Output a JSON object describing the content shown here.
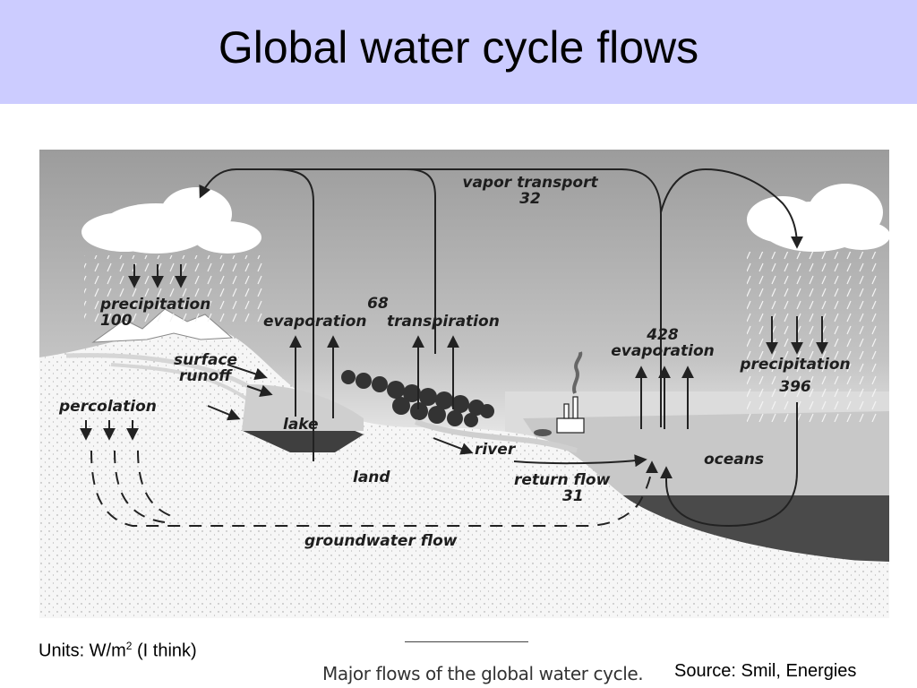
{
  "title": "Global water cycle flows",
  "diagram": {
    "labels": {
      "vapor_transport": "vapor transport",
      "vapor_transport_value": "32",
      "precipitation_land": "precipitation",
      "precipitation_land_value": "100",
      "evaporation_land": "evaporation",
      "evapotranspiration_value": "68",
      "transpiration": "transpiration",
      "evaporation_ocean_value": "428",
      "evaporation_ocean": "evaporation",
      "precipitation_ocean": "precipitation",
      "precipitation_ocean_value": "396",
      "surface_runoff_1": "surface",
      "surface_runoff_2": "runoff",
      "percolation": "percolation",
      "lake": "lake",
      "river": "river",
      "land": "land",
      "oceans": "oceans",
      "return_flow": "return flow",
      "return_flow_value": "31",
      "groundwater_flow": "groundwater flow"
    }
  },
  "footer": {
    "units_prefix": "Units: W/m",
    "units_exponent": "2",
    "units_suffix": " (I think)",
    "caption": "Major flows of the global water cycle.",
    "source": "Source: Smil, Energies"
  }
}
